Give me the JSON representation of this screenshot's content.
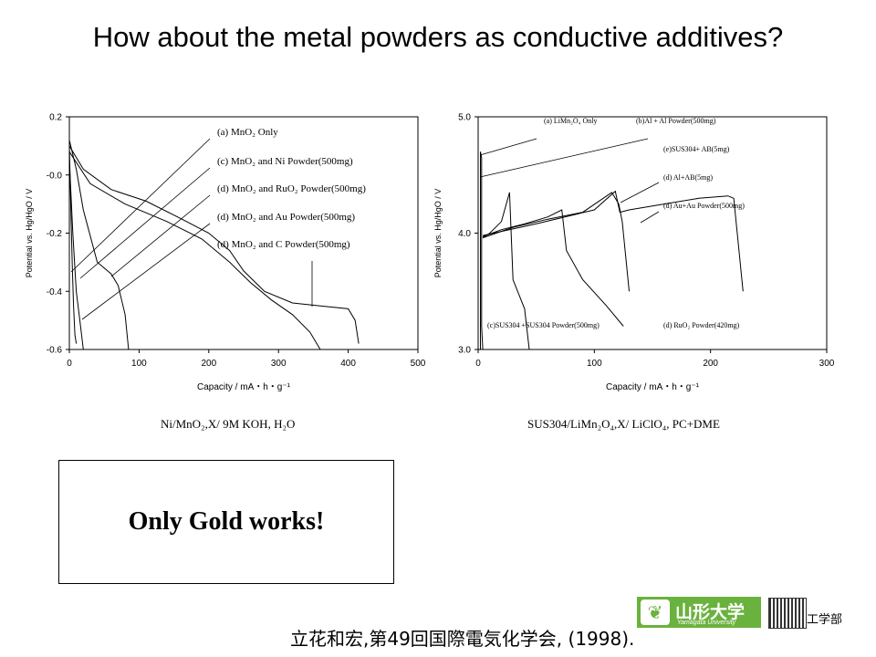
{
  "slide": {
    "title": "How about the metal powders as conductive additives?",
    "caption_left": "Ni/MnO₂,X/ 9M KOH, H₂O",
    "caption_right": "SUS304/LiMn₂O₄,X/ LiClO₄, PC+DME",
    "box_text": "Only Gold works!",
    "citation": "立花和宏,第49回国際電気化学会, (1998).",
    "logo_text": "山形大学",
    "logo_sub": "Yamagata University",
    "faculty_text": "工学部"
  },
  "chart_data": [
    {
      "type": "line",
      "xlabel": "Capacity / mA・h・g⁻¹",
      "ylabel": "Potential vs. Hg/HgO / V",
      "xlim": [
        0,
        500
      ],
      "ylim": [
        -0.6,
        0.2
      ],
      "xticks": [
        "0",
        "100",
        "200",
        "300",
        "400",
        "500"
      ],
      "yticks": [
        "0.2",
        "-0.0",
        "-0.2",
        "-0.4",
        "-0.6"
      ],
      "annotations": [
        "(a) MnO₂ Only",
        "(c) MnO₂ and Ni Powder(500mg)",
        "(d) MnO₂ and RuO₂ Powder(500mg)",
        "(d) MnO₂ and Au Powder(500mg)",
        "(d) MnO₂ and C Powder(500mg)"
      ],
      "series": [
        {
          "x": [
            0,
            2,
            4,
            6,
            8,
            10
          ],
          "y": [
            0.1,
            -0.1,
            -0.3,
            -0.45,
            -0.55,
            -0.58
          ]
        },
        {
          "x": [
            0,
            5,
            10,
            15,
            18,
            20
          ],
          "y": [
            0.05,
            -0.2,
            -0.4,
            -0.5,
            -0.56,
            -0.6
          ]
        },
        {
          "x": [
            0,
            10,
            20,
            40,
            60,
            70,
            80,
            85
          ],
          "y": [
            0.12,
            0.02,
            -0.12,
            -0.3,
            -0.34,
            -0.38,
            -0.48,
            -0.6
          ]
        },
        {
          "x": [
            0,
            20,
            60,
            110,
            160,
            200,
            230,
            250,
            280,
            320,
            360,
            400,
            410,
            415
          ],
          "y": [
            0.1,
            0.02,
            -0.05,
            -0.09,
            -0.15,
            -0.2,
            -0.26,
            -0.33,
            -0.4,
            -0.44,
            -0.45,
            -0.46,
            -0.5,
            -0.58
          ]
        },
        {
          "x": [
            0,
            30,
            80,
            140,
            190,
            230,
            260,
            290,
            320,
            345,
            360
          ],
          "y": [
            0.08,
            -0.03,
            -0.1,
            -0.16,
            -0.22,
            -0.3,
            -0.37,
            -0.43,
            -0.48,
            -0.54,
            -0.6
          ]
        }
      ]
    },
    {
      "type": "line",
      "xlabel": "Capacity / mA・h・g⁻¹",
      "ylabel": "Potential vs. Hg/HgO / V",
      "xlim": [
        0,
        300
      ],
      "ylim": [
        3.0,
        5.0
      ],
      "xticks": [
        "0",
        "100",
        "200",
        "300"
      ],
      "yticks": [
        "5.0",
        "4.0",
        "3.0"
      ],
      "annotations": [
        "(a) LiMn₂O₄ Only",
        "(b)Al + Al Powder(500mg)",
        "(e)SUS304+ AB(5mg)",
        "(d) Al+AB(5mg)",
        "(d) Au+Au Powder(500mg)",
        "(c)SUS304 +SUS304 Powder(500mg)",
        "(d) RuO₂ Powder(420mg)"
      ],
      "series": [
        {
          "x": [
            2,
            2,
            3,
            3,
            4
          ],
          "y": [
            3.0,
            4.7,
            4.65,
            3.2,
            3.0
          ]
        },
        {
          "x": [
            4,
            10,
            20,
            27,
            30,
            40,
            44
          ],
          "y": [
            3.96,
            4.0,
            4.1,
            4.35,
            3.6,
            3.35,
            3.0
          ]
        },
        {
          "x": [
            4,
            20,
            40,
            60,
            72,
            76,
            90,
            110,
            125
          ],
          "y": [
            3.97,
            4.03,
            4.08,
            4.14,
            4.2,
            3.85,
            3.6,
            3.38,
            3.2
          ]
        },
        {
          "x": [
            4,
            30,
            60,
            90,
            115,
            118,
            121,
            124,
            130
          ],
          "y": [
            3.96,
            4.05,
            4.12,
            4.18,
            4.35,
            4.3,
            4.25,
            4.1,
            3.5
          ]
        },
        {
          "x": [
            4,
            50,
            100,
            118,
            122,
            130,
            160,
            190,
            215,
            220,
            225,
            228
          ],
          "y": [
            3.98,
            4.08,
            4.2,
            4.36,
            4.18,
            4.2,
            4.25,
            4.3,
            4.32,
            4.3,
            3.8,
            3.5
          ]
        }
      ]
    }
  ]
}
